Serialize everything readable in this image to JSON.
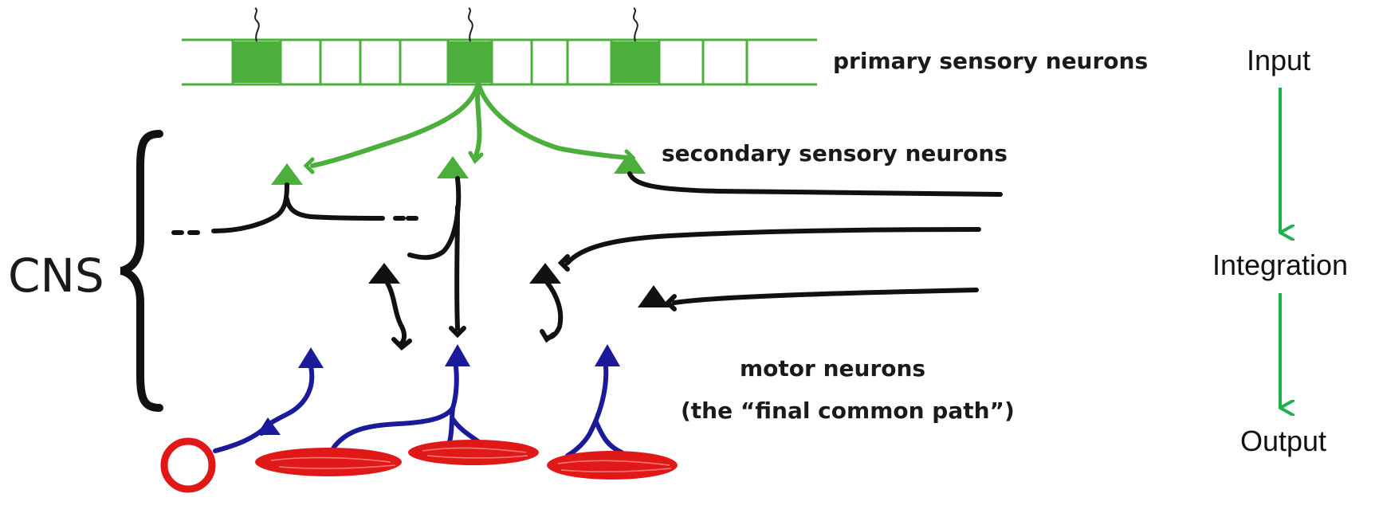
{
  "labels": {
    "primary_sensory": "primary sensory neurons",
    "secondary_sensory": "secondary sensory neurons",
    "motor_neurons": "motor neurons",
    "final_common_path": "(the “final common path”)",
    "cns": "CNS"
  },
  "flow": {
    "input": "Input",
    "integration": "Integration",
    "output": "Output"
  },
  "colors": {
    "sensory": "#4caf3c",
    "interneuron": "#111111",
    "motor": "#1a1a9a",
    "muscle": "#e01818",
    "flow_arrow": "#22b04a"
  }
}
